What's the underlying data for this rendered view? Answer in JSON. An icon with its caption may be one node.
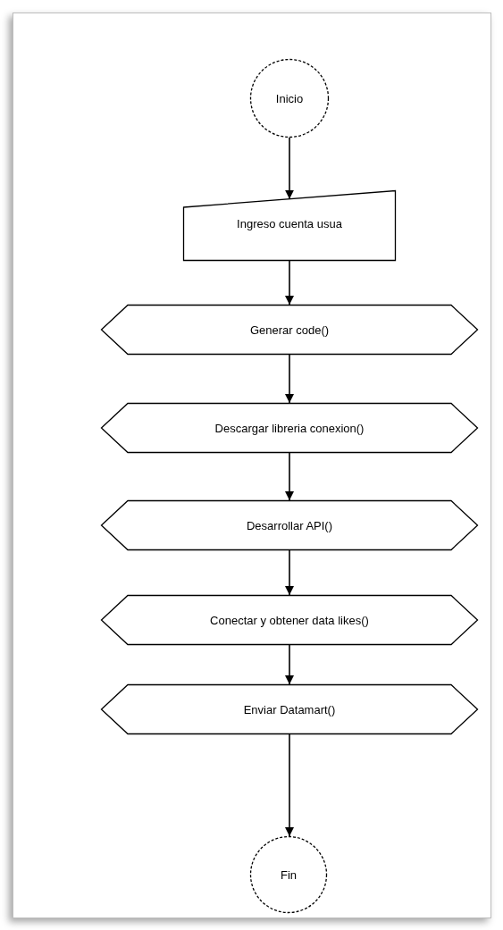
{
  "diagram": {
    "nodes": [
      {
        "text": [
          "Inicio"
        ]
      },
      {
        "text": [
          "Ingreso cuenta usua"
        ]
      },
      {
        "text": [
          "Generar code()"
        ]
      },
      {
        "text": [
          "Descargar libreria conexion()"
        ]
      },
      {
        "text": [
          "Desarrollar API()"
        ]
      },
      {
        "text": [
          "Conectar y obtener data likes()"
        ]
      },
      {
        "text": [
          "Enviar Datamart()"
        ]
      },
      {
        "text": [
          "Fin"
        ]
      }
    ],
    "edges": [
      {
        "from": 0,
        "to": 1,
        "arrow": "to"
      },
      {
        "from": 1,
        "to": 2,
        "arrow": "to"
      },
      {
        "from": 2,
        "to": 3,
        "arrow": "to"
      },
      {
        "from": 3,
        "to": 4,
        "arrow": "to"
      },
      {
        "from": 4,
        "to": 5,
        "arrow": "to"
      },
      {
        "from": 5,
        "to": 6,
        "arrow": "to"
      },
      {
        "from": 6,
        "to": 7,
        "arrow": "to"
      }
    ]
  }
}
